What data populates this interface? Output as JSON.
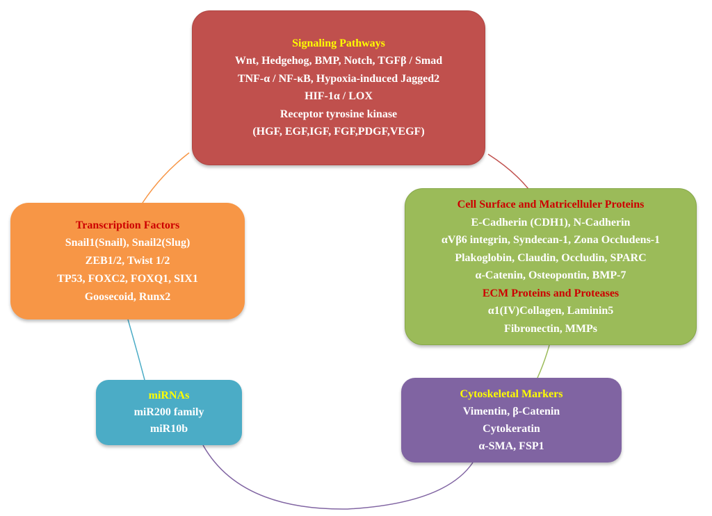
{
  "colors": {
    "signaling_fill": "#c0504d",
    "cell_surface_fill": "#9bbb59",
    "transcription_fill": "#f79646",
    "mirnas_fill": "#4bacc6",
    "cytoskeletal_fill": "#8064a2",
    "heading_yellow": "#ffff00",
    "heading_red": "#cc0000",
    "text_white": "#ffffff",
    "connector_orange": "#f79646",
    "connector_red": "#c0504d",
    "connector_green": "#9bbb59",
    "connector_blue": "#4bacc6",
    "connector_purple": "#8064a2"
  },
  "signaling": {
    "heading": "Signaling Pathways",
    "lines": [
      "Wnt, Hedgehog, BMP, Notch, TGFβ / Smad",
      "TNF-α / NF-κB, Hypoxia-induced Jagged2",
      "HIF-1α / LOX",
      "Receptor tyrosine kinase",
      "(HGF, EGF,IGF, FGF,PDGF,VEGF)"
    ]
  },
  "cell_surface": {
    "heading": "Cell Surface and Matricelluler  Proteins",
    "lines": [
      "E-Cadherin (CDH1), N-Cadherin",
      "αVβ6 integrin, Syndecan-1, Zona Occludens-1",
      "Plakoglobin, Claudin, Occludin,  SPARC",
      "α-Catenin, Osteopontin, BMP-7"
    ],
    "heading2": "ECM Proteins  and Proteases",
    "lines2": [
      "α1(IV)Collagen, Laminin5",
      "Fibronectin, MMPs"
    ]
  },
  "transcription": {
    "heading": "Transcription Factors",
    "lines": [
      "Snail1(Snail), Snail2(Slug)",
      "ZEB1/2, Twist 1/2",
      "TP53, FOXC2, FOXQ1,  SIX1",
      "Goosecoid,  Runx2"
    ]
  },
  "mirnas": {
    "heading": "miRNAs",
    "lines": [
      "miR200 family",
      "miR10b"
    ]
  },
  "cytoskeletal": {
    "heading": "Cytoskeletal Markers",
    "lines": [
      "Vimentin, β-Catenin",
      "Cytokeratin",
      "α-SMA, FSP1"
    ]
  }
}
